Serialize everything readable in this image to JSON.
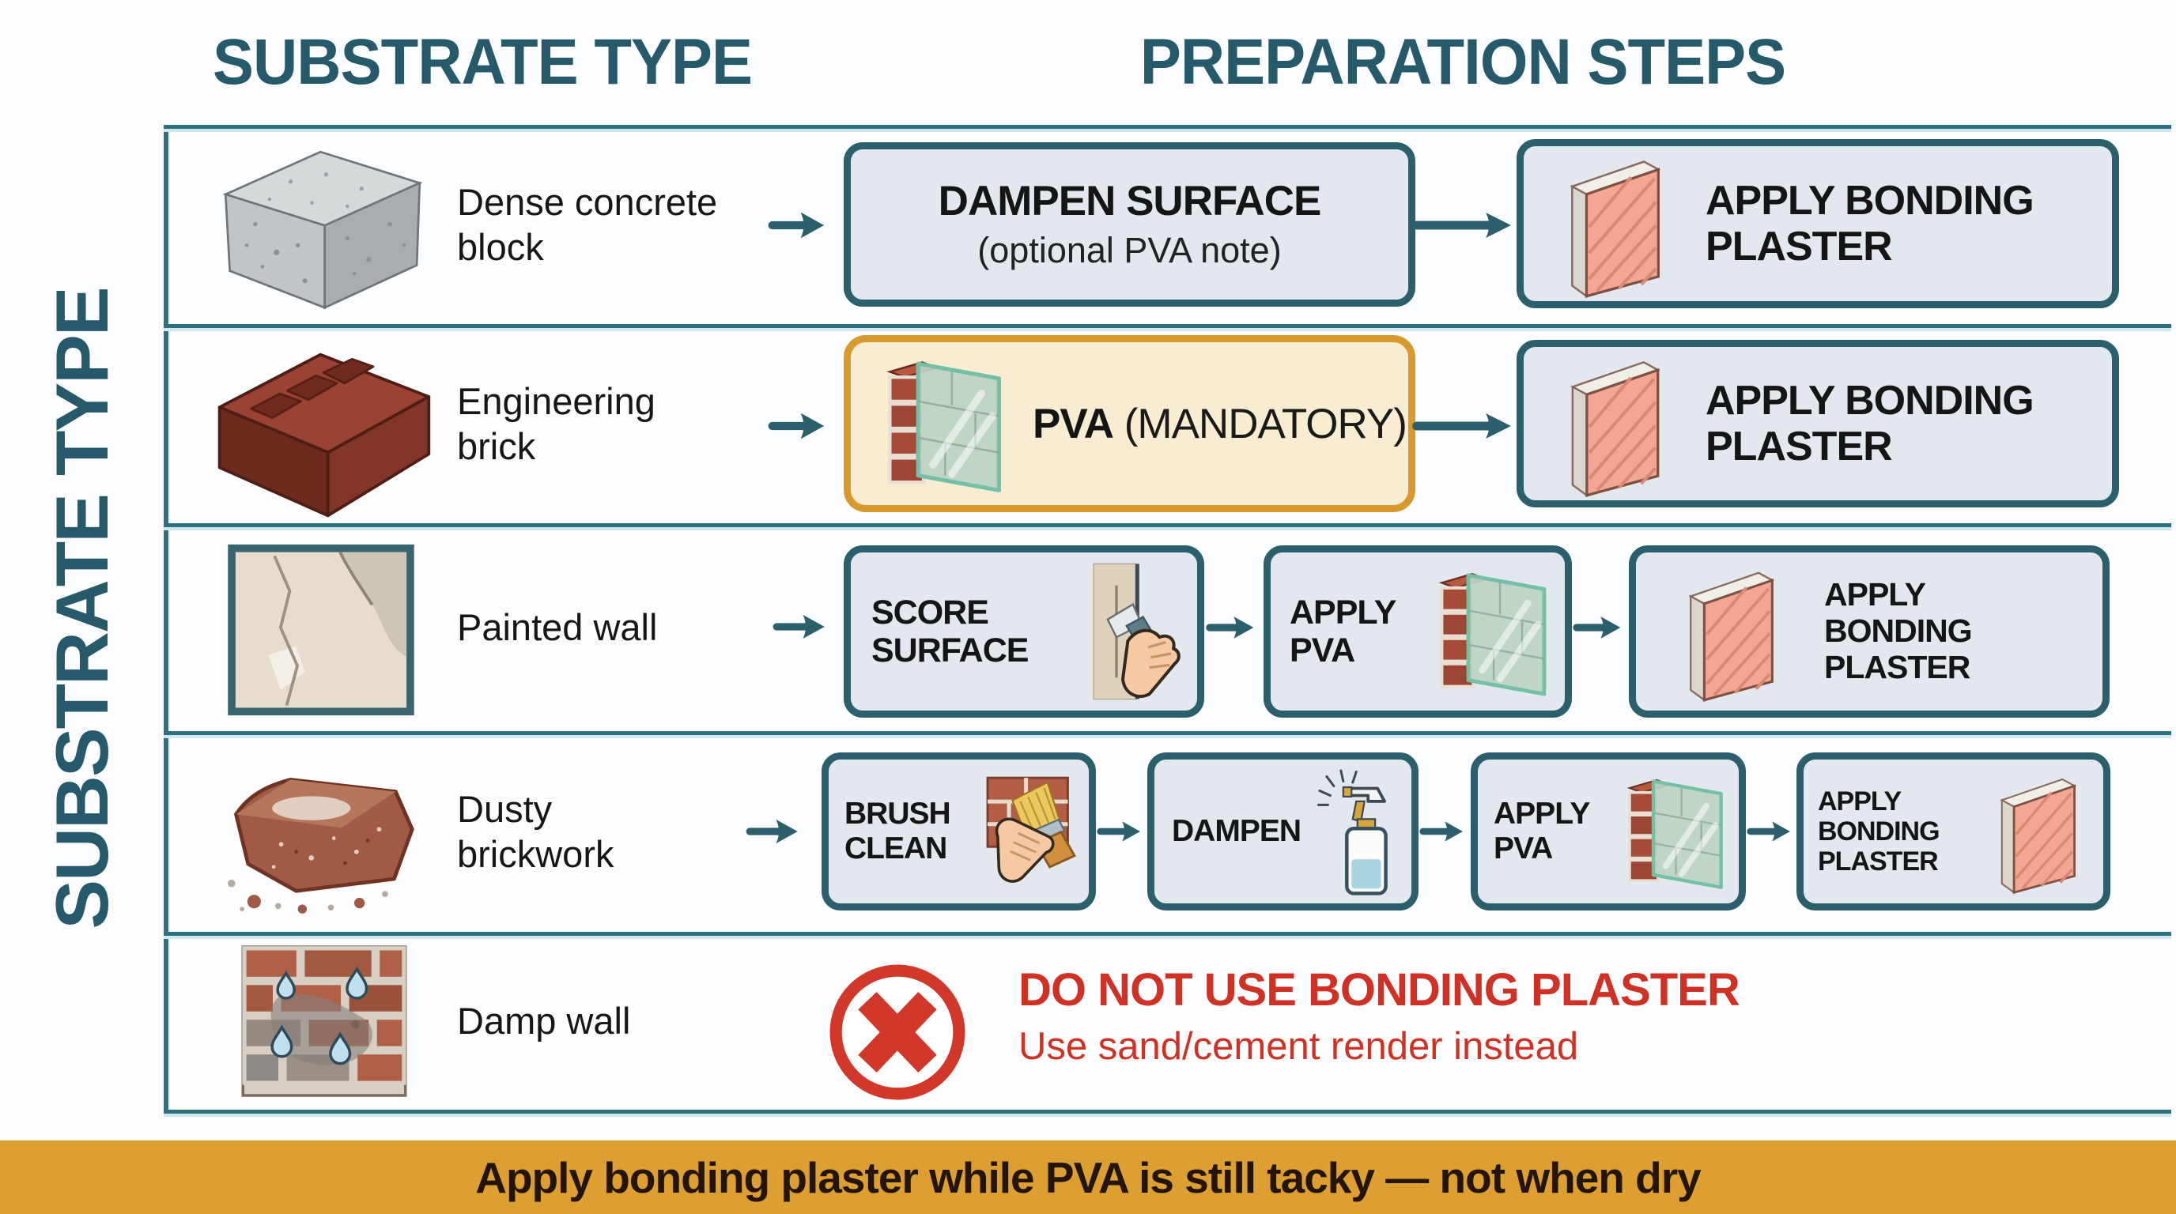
{
  "header": {
    "left": "SUBSTRATE TYPE",
    "right": "PREPARATION STEPS"
  },
  "sidebar_label": "SUBSTRATE TYPE",
  "colors": {
    "teal": "#2c5f6c",
    "line_teal": "#2f7080",
    "box_fill": "#e2e8ee",
    "gold_border": "#d8992e",
    "gold_fill": "#f8ecd2",
    "warning_red": "#cf3225",
    "banner_gold": "#dd9e32",
    "plaster_pink": "#f3a691",
    "pva_green": "#bcd3c3"
  },
  "rows": [
    {
      "label": "Dense concrete\nblock",
      "steps": [
        {
          "title": "DAMPEN SURFACE",
          "subtitle": "(optional PVA note)"
        },
        {
          "title": "APPLY BONDING\nPLASTER"
        }
      ]
    },
    {
      "label": "Engineering\nbrick",
      "steps": [
        {
          "title_bold": "PVA",
          "title_rest": " (MANDATORY)"
        },
        {
          "title": "APPLY BONDING\nPLASTER"
        }
      ]
    },
    {
      "label": "Painted wall",
      "steps": [
        {
          "title": "SCORE\nSURFACE"
        },
        {
          "title": "APPLY\nPVA"
        },
        {
          "title": "APPLY\nBONDING\nPLASTER"
        }
      ]
    },
    {
      "label": "Dusty\nbrickwork",
      "steps": [
        {
          "title": "BRUSH\nCLEAN"
        },
        {
          "title": "DAMPEN"
        },
        {
          "title": "APPLY\nPVA"
        },
        {
          "title": "APPLY\nBONDING\nPLASTER"
        }
      ]
    },
    {
      "label": "Damp wall",
      "warning": {
        "title": "DO NOT USE BONDING PLASTER",
        "subtitle": "Use sand/cement render instead"
      }
    }
  ],
  "banner": "Apply bonding plaster while PVA is still tacky — not when dry"
}
